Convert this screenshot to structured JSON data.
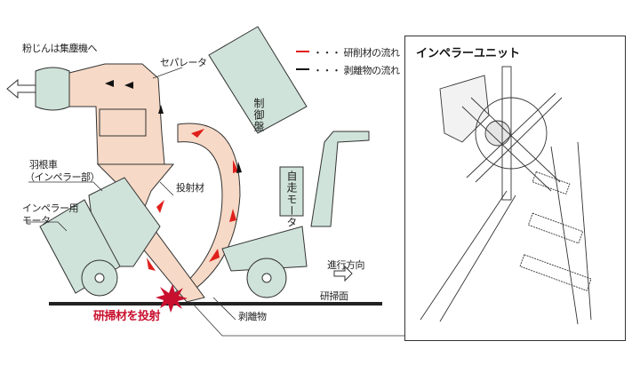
{
  "colors": {
    "machine": "#cfe3da",
    "outline": "#333333",
    "flow_bg": "#f6d9c6",
    "dots": "#e3a34a",
    "abrasive_arrow": "#e0201b",
    "debris_arrow": "#111111",
    "impact": "#c8102e"
  },
  "legend": [
    {
      "label": "・・・ 研削材の流れ",
      "icon": "red-arrow-icon"
    },
    {
      "label": "・・・ 剥離物の流れ",
      "icon": "black-arrow-icon"
    }
  ],
  "labels": {
    "dust": "粉じんは集塵機へ",
    "separator": "セパレータ",
    "control_panel": "制御盤",
    "impeller_1": "羽根車",
    "impeller_2": "（インペラー部）",
    "impeller_motor_1": "インペラー用",
    "impeller_motor_2": "モータ",
    "shot": "投射材",
    "drive_motor": "自走モータ",
    "direction": "進行方向",
    "surface": "研掃面",
    "blast": "研掃材を投射",
    "debris": "剥離物"
  },
  "panel": {
    "title": "インペラーユニット"
  }
}
